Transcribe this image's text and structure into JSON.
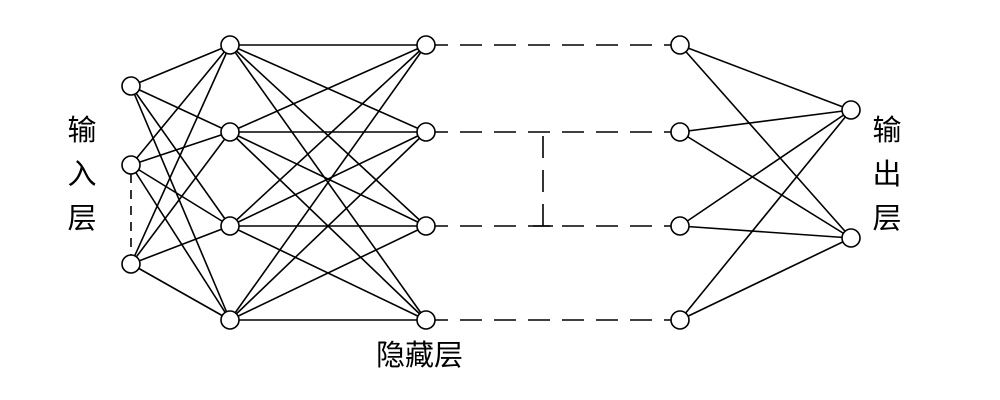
{
  "labels": {
    "input_layer": "输入层",
    "hidden_layer": "隐藏层",
    "output_layer": "输出层"
  },
  "network": {
    "input_nodes": 3,
    "hidden_columns_drawn": 3,
    "hidden_nodes_per_column": 4,
    "output_nodes": 2
  },
  "colors": {
    "line": "#000000",
    "node_fill": "#ffffff",
    "background": "#ffffff"
  }
}
